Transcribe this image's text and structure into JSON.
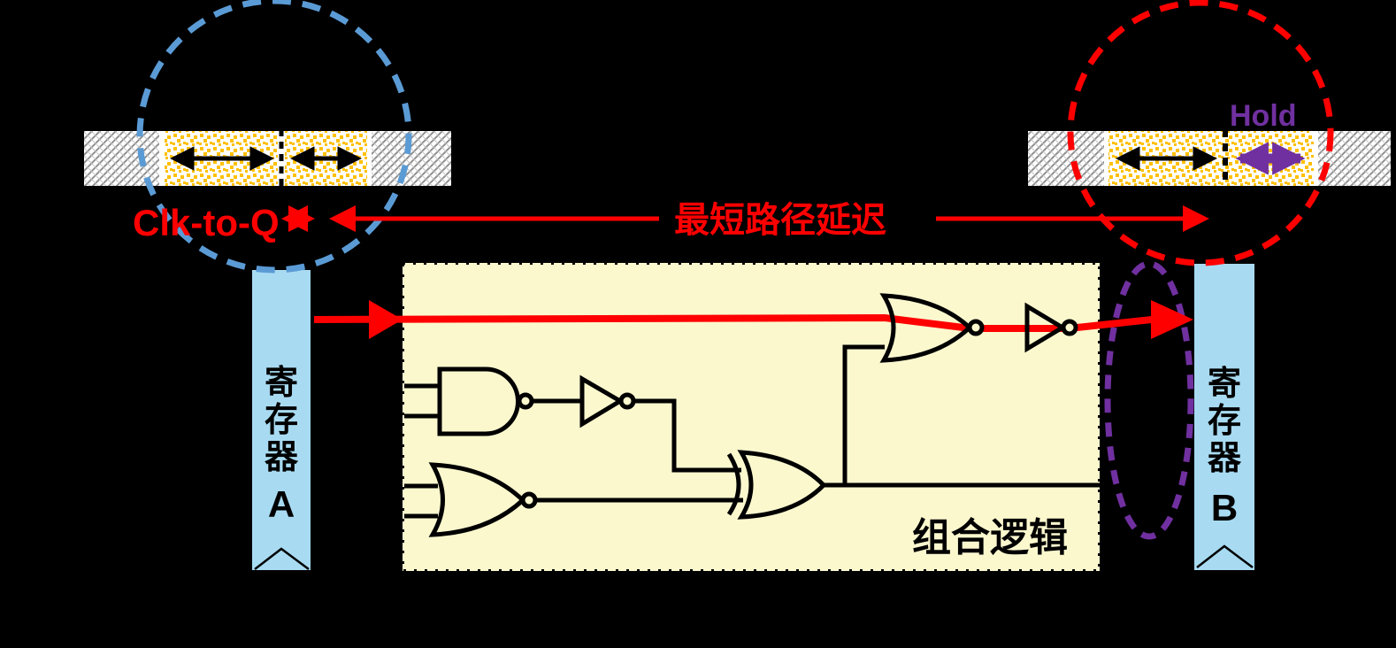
{
  "annotations": {
    "clk_to_q_label": "Clk-to-Q",
    "hold_label": "Hold",
    "shortest_path_label": "最短路径延迟"
  },
  "logic_box": {
    "label": "组合逻辑"
  },
  "registers": {
    "a": {
      "chars": [
        "寄",
        "存",
        "器"
      ],
      "letter": "A"
    },
    "b": {
      "chars": [
        "寄",
        "存",
        "器"
      ],
      "letter": "B"
    }
  },
  "colors": {
    "background": "#000000",
    "red": "#FF0000",
    "purple": "#7030A0",
    "blue_dash": "#5B9BD5",
    "register_fill": "#A8DBF2",
    "logic_fill": "#FBF8CE",
    "gold_dots": "#FFC000",
    "hatch_gray": "#909090"
  }
}
